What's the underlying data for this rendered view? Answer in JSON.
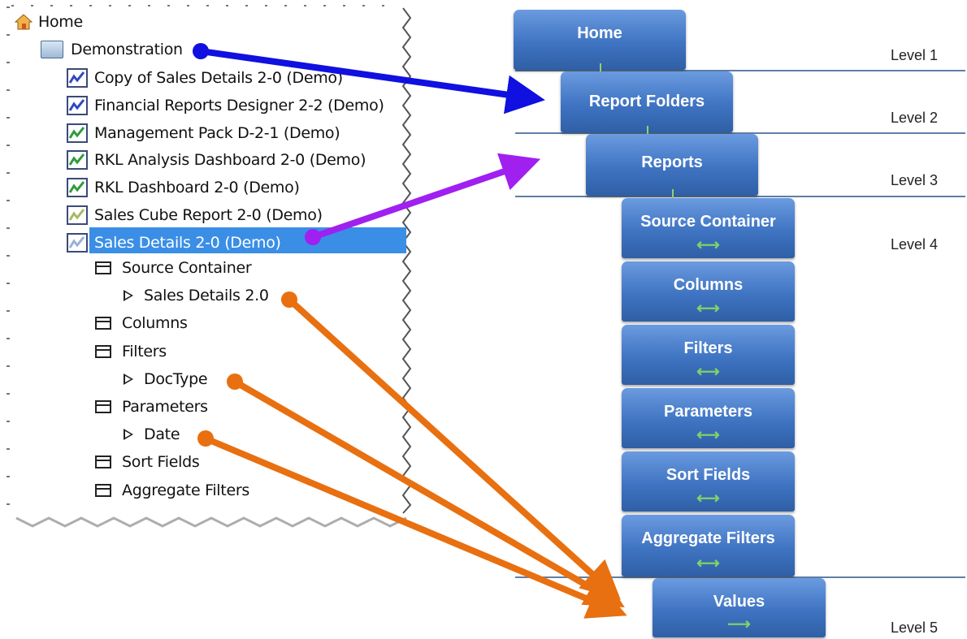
{
  "tree": {
    "root_label": "Home",
    "folder_label": "Demonstration",
    "reports": [
      {
        "label": "Copy of Sales Details 2-0 (Demo)",
        "icon": "blue-report-icon",
        "color": "#3048c0"
      },
      {
        "label": "Financial Reports Designer 2-2 (Demo)",
        "icon": "blue-report-icon",
        "color": "#3048c0"
      },
      {
        "label": "Management Pack D-2-1 (Demo)",
        "icon": "green-report-icon",
        "color": "#2e9b3c"
      },
      {
        "label": "RKL Analysis Dashboard 2-0 (Demo)",
        "icon": "green-report-icon",
        "color": "#2e9b3c"
      },
      {
        "label": "RKL Dashboard 2-0 (Demo)",
        "icon": "green-report-icon",
        "color": "#2e9b3c"
      },
      {
        "label": "Sales Cube Report 2-0 (Demo)",
        "icon": "olive-report-icon",
        "color": "#a9b860"
      },
      {
        "label": "Sales Details 2-0 (Demo)",
        "icon": "faded-report-icon",
        "color": "#9ab0d8",
        "selected": true
      }
    ],
    "children": [
      {
        "label": "Source Container",
        "kind": "container"
      },
      {
        "label": "Sales Details 2.0",
        "kind": "item"
      },
      {
        "label": "Columns",
        "kind": "container"
      },
      {
        "label": "Filters",
        "kind": "container"
      },
      {
        "label": "DocType",
        "kind": "item"
      },
      {
        "label": "Parameters",
        "kind": "container"
      },
      {
        "label": "Date",
        "kind": "item"
      },
      {
        "label": "Sort Fields",
        "kind": "container"
      },
      {
        "label": "Aggregate Filters",
        "kind": "container"
      }
    ]
  },
  "diagram": {
    "boxes": {
      "home": "Home",
      "report_folders": "Report Folders",
      "reports": "Reports",
      "source_container": "Source Container",
      "columns": "Columns",
      "filters": "Filters",
      "parameters": "Parameters",
      "sort_fields": "Sort Fields",
      "aggregate_filters": "Aggregate Filters",
      "values": "Values"
    },
    "arrow_glyph_double": "⟷",
    "arrow_glyph_right": "⟶",
    "levels": [
      "Level 1",
      "Level 2",
      "Level 3",
      "Level 4",
      "Level 5"
    ]
  },
  "colors": {
    "box_blue": "#3f74c2",
    "arrow_blue": "#1010e0",
    "arrow_purple": "#a020f0",
    "arrow_orange": "#e87010",
    "selection": "#3a8ee6"
  }
}
